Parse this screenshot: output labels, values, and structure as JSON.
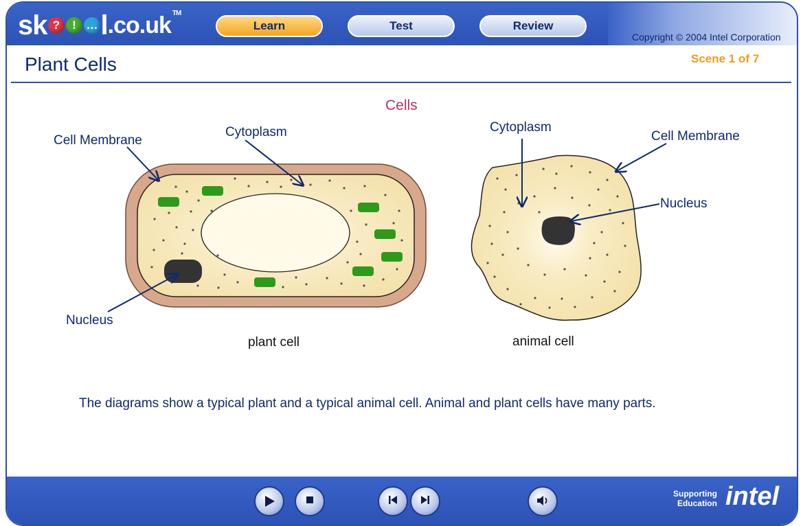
{
  "header": {
    "logo_prefix": "sk",
    "logo_dot1": "?",
    "logo_dot2": "!",
    "logo_dot3": "…",
    "logo_suffix": "l",
    "logo_domain": ".co.uk",
    "logo_tm": "TM",
    "nav": {
      "learn": "Learn",
      "test": "Test",
      "review": "Review"
    },
    "copyright": "Copyright © 2004 Intel Corporation"
  },
  "page": {
    "title": "Plant Cells",
    "scene": "Scene 1 of 7"
  },
  "diagram": {
    "title": "Cells",
    "plant": {
      "caption": "plant cell",
      "labels": {
        "membrane": "Cell Membrane",
        "cytoplasm": "Cytoplasm",
        "nucleus": "Nucleus"
      }
    },
    "animal": {
      "caption": "animal cell",
      "labels": {
        "cytoplasm": "Cytoplasm",
        "membrane": "Cell Membrane",
        "nucleus": "Nucleus"
      }
    }
  },
  "description": "The diagrams show a typical plant and a typical animal cell. Animal and plant cells have many parts.",
  "footer": {
    "supporting": "Supporting",
    "education": "Education",
    "intel": "intel"
  },
  "colors": {
    "accent_blue": "#2c52b6",
    "learn_orange": "#f4a51c",
    "scene_orange": "#f39a1a",
    "title_text": "#0d2a6e",
    "cells_title": "#b0336a",
    "cytoplasm": "#f7e7b6",
    "cell_wall": "#d8a88c",
    "chloroplast": "#2e9a1a",
    "nucleus": "#333333"
  }
}
